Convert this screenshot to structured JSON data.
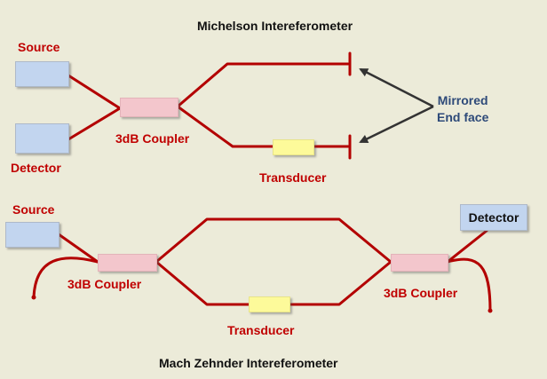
{
  "michelson": {
    "title": "Michelson Intereferometer",
    "source_label": "Source",
    "detector_label": "Detector",
    "coupler_label": "3dB Coupler",
    "transducer_label": "Transducer",
    "mirror_label_line1": "Mirrored",
    "mirror_label_line2": "End face"
  },
  "mach_zehnder": {
    "title": "Mach Zehnder Intereferometer",
    "source_label": "Source",
    "detector_label": "Detector",
    "coupler_left_label": "3dB Coupler",
    "coupler_right_label": "3dB Coupler",
    "transducer_label": "Transducer"
  },
  "colors": {
    "background": "#ecebd9",
    "fiber": "#b30000",
    "label_red": "#c00000",
    "label_blue": "#2e4a79",
    "source_box": "#c2d5ef",
    "coupler": "#f3c6cc",
    "transducer": "#fdfa9a",
    "arrow": "#333333"
  }
}
